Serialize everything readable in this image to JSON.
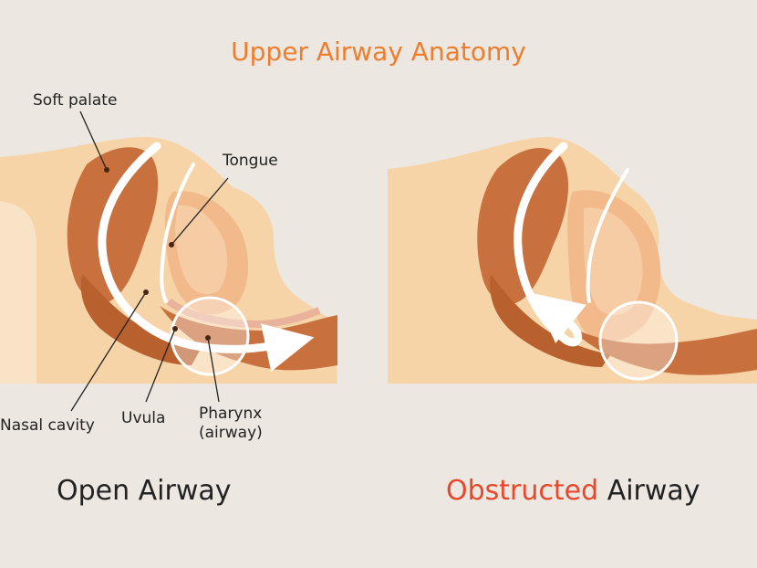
{
  "title": "Upper Airway Anatomy",
  "labels": {
    "soft_palate": "Soft palate",
    "tongue": "Tongue",
    "nasal_cavity": "Nasal cavity",
    "uvula": "Uvula",
    "pharynx_line1": "Pharynx",
    "pharynx_line2": "(airway)"
  },
  "captions": {
    "open": "Open Airway",
    "obstructed_highlight": "Obstructed",
    "obstructed_rest": " Airway"
  },
  "colors": {
    "title": "#ef7d2e",
    "highlight": "#e8472b",
    "background": "#ece8e1"
  }
}
